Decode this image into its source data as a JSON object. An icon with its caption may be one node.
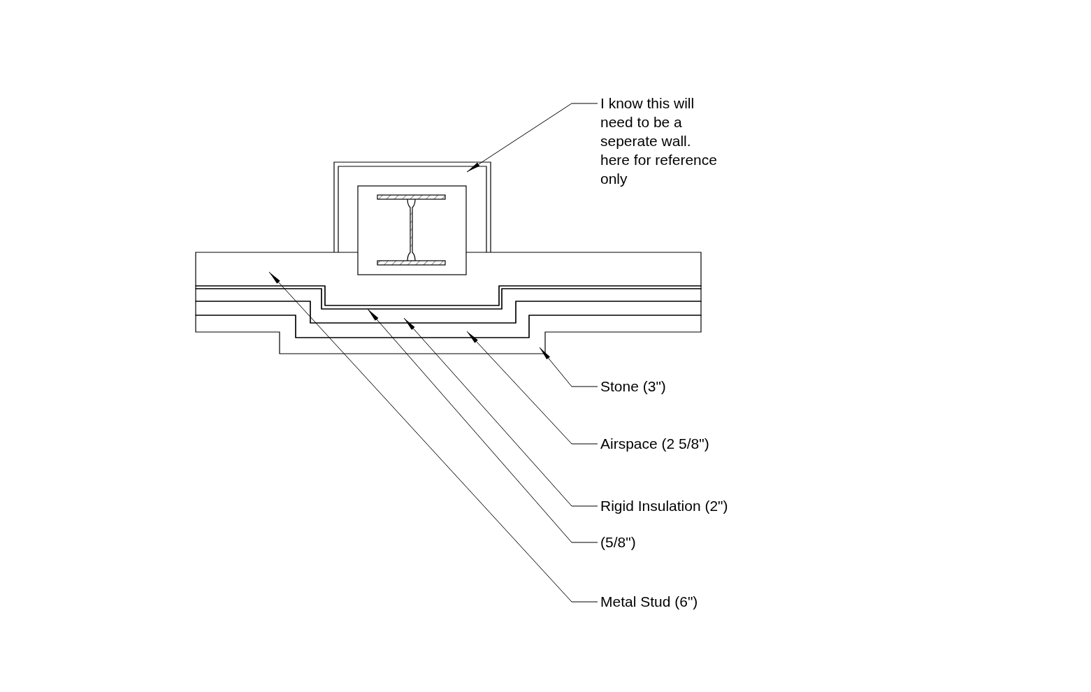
{
  "diagram": {
    "nodes": [
      {
        "text": [
          "I know this will need to be a seperate wall. here for reference only"
        ]
      },
      {
        "text": [
          "Stone (3\")"
        ]
      },
      {
        "text": [
          "Airspace (2 5/8\")"
        ]
      },
      {
        "text": [
          "Rigid Insulation (2\")"
        ]
      },
      {
        "text": [
          "(5/8\")"
        ]
      },
      {
        "text": [
          "Metal Stud (6\")"
        ]
      },
      {
        "text": [],
        "shape": "box"
      },
      {
        "text": [],
        "shape": "bar"
      },
      {
        "text": [],
        "shape": "bar"
      },
      {
        "text": [],
        "shape": "bar"
      },
      {
        "text": [],
        "shape": "bar"
      },
      {
        "text": [],
        "shape": "bar"
      }
    ],
    "edges": [
      {
        "from": 0,
        "to": 6,
        "arrow": "to"
      },
      {
        "from": 1,
        "to": 7,
        "arrow": "to"
      },
      {
        "from": 2,
        "to": 8,
        "arrow": "to"
      },
      {
        "from": 3,
        "to": 9,
        "arrow": "to"
      },
      {
        "from": 4,
        "to": 10,
        "arrow": "to"
      },
      {
        "from": 5,
        "to": 11,
        "arrow": "to"
      }
    ]
  }
}
